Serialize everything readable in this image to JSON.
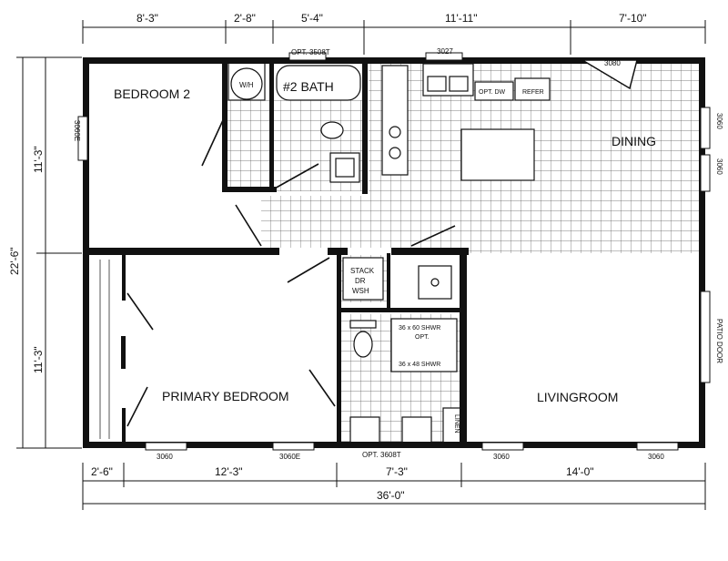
{
  "rooms": {
    "bedroom2": "BEDROOM 2",
    "bath2": "#2 BATH",
    "dining": "DINING",
    "primary_bedroom": "PRIMARY BEDROOM",
    "livingroom": "LIVINGROOM"
  },
  "fixtures": {
    "wh": "W/H",
    "opt_3508t_top": "OPT. 3508T",
    "w3027": "3027",
    "opt_dw": "OPT. DW",
    "refer": "REFER",
    "w3080_corner": "3080",
    "stack_line1": "STACK",
    "stack_line2": "DR",
    "stack_line3": "WSH",
    "shower_line1": "36 x 60 SHWR",
    "shower_line2": "OPT.",
    "shower_line3": "36 x 48 SHWR",
    "linen": "LINEN",
    "opt_3608t_bottom": "OPT. 3608T"
  },
  "windows": {
    "left_bed2": "3060E",
    "right_upper": "3060",
    "right_lower": "3060",
    "patio_door": "PATIO DOOR",
    "bottom_1": "3060",
    "bottom_2": "3060E",
    "bottom_3": "3060",
    "bottom_4": "3060"
  },
  "dimensions": {
    "top": [
      "8'-3\"",
      "2'-8\"",
      "5'-4\"",
      "11'-11\"",
      "7'-10\""
    ],
    "bottom": [
      "2'-6\"",
      "12'-3\"",
      "7'-3\"",
      "14'-0\""
    ],
    "overall_width": "36'-0\"",
    "left_upper": "11'-3\"",
    "left_lower": "11'-3\"",
    "overall_depth": "22'-6\""
  }
}
